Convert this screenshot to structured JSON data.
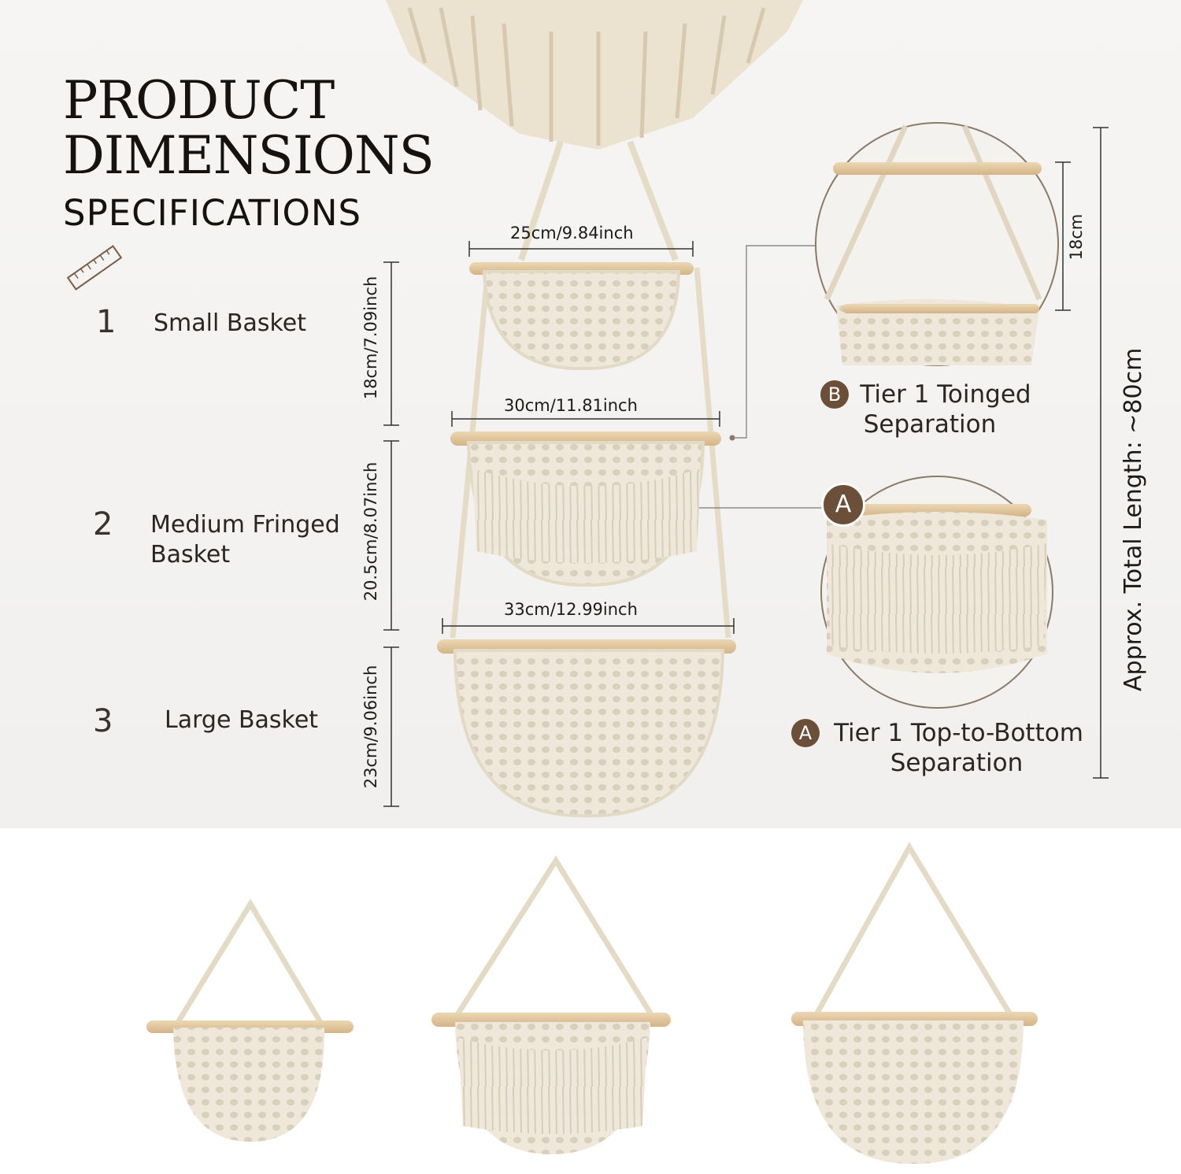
{
  "heading": {
    "line1": "PRODUCT",
    "line2": "DIMENSIONS",
    "line3": "SPECIFICATIONS"
  },
  "icons": {
    "ruler": "ruler-icon"
  },
  "items": [
    {
      "num": "1",
      "label_line1": "Small Basket",
      "label_line2": ""
    },
    {
      "num": "2",
      "label_line1": "Medium Fringed",
      "label_line2": "Basket"
    },
    {
      "num": "3",
      "label_line1": "Large Basket",
      "label_line2": ""
    }
  ],
  "widths": {
    "small": "25cm/9.84inch",
    "medium": "30cm/11.81inch",
    "large": "33cm/12.99inch"
  },
  "heights": {
    "small": "18cm/7.09inch",
    "medium": "20.5cm/8.07inch",
    "large": "23cm/9.06inch"
  },
  "total_length": "Approx. Total Length: ~80cm",
  "detail_b": {
    "badge": "B",
    "measure": "18cm",
    "line1": "Tier 1 Toinged",
    "line2": "Separation"
  },
  "detail_a": {
    "badge": "A",
    "line1": "Tier 1 Top-to-Bottom",
    "line2": "Separation"
  },
  "colors": {
    "accent_brown": "#6b4f39",
    "cotton": "#ede6d6",
    "wood": "#e2c79f"
  }
}
